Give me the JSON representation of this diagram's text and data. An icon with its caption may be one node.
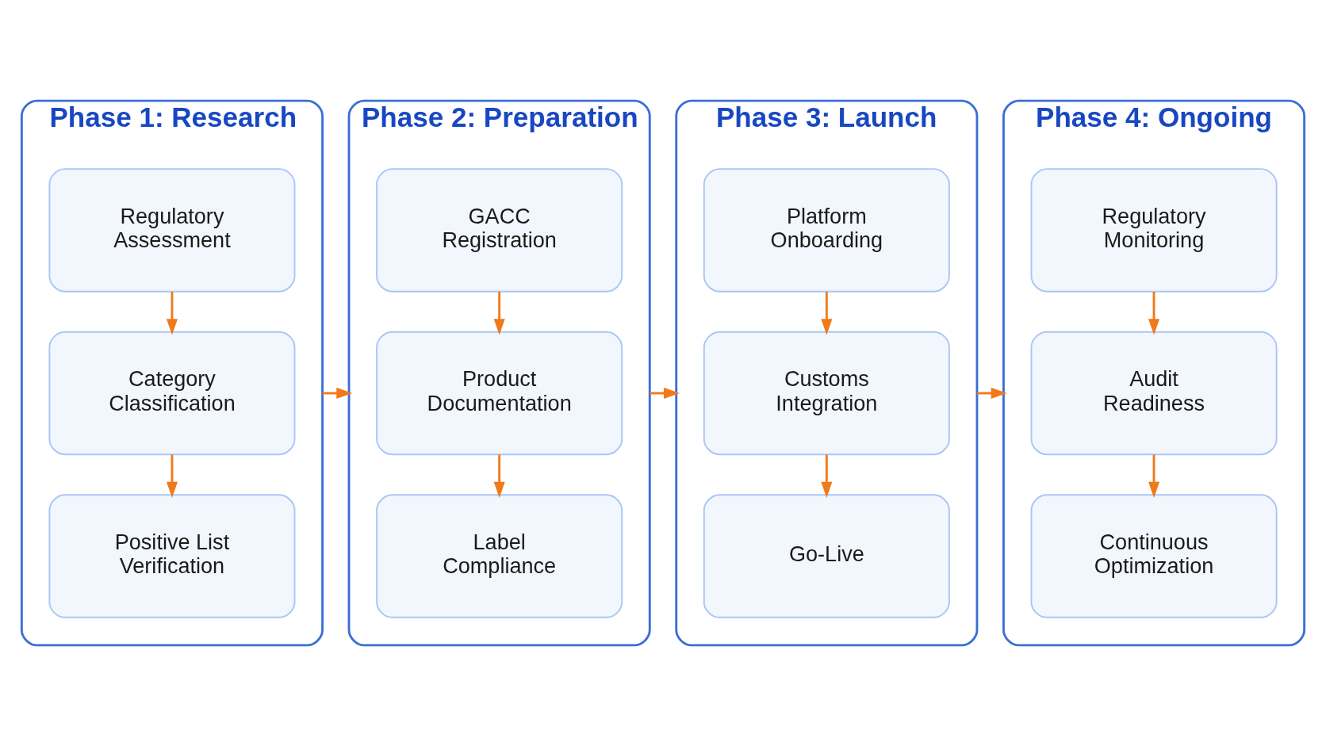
{
  "diagram": {
    "nodes": [
      {
        "text": [
          "Phase 1: Research"
        ]
      },
      {
        "text": [
          "Regulatory Assessment"
        ],
        "in": 0
      },
      {
        "text": [
          "Category Classification"
        ],
        "in": 0
      },
      {
        "text": [
          "Positive List Verification"
        ],
        "in": 0
      },
      {
        "text": [
          "Phase 2: Preparation"
        ]
      },
      {
        "text": [
          "GACC Registration"
        ],
        "in": 4
      },
      {
        "text": [
          "Product Documentation"
        ],
        "in": 4
      },
      {
        "text": [
          "Label Compliance"
        ],
        "in": 4
      },
      {
        "text": [
          "Phase 3: Launch"
        ]
      },
      {
        "text": [
          "Platform Onboarding"
        ],
        "in": 8
      },
      {
        "text": [
          "Customs Integration"
        ],
        "in": 8
      },
      {
        "text": [
          "Go-Live"
        ],
        "in": 8
      },
      {
        "text": [
          "Phase 4: Ongoing"
        ]
      },
      {
        "text": [
          "Regulatory Monitoring"
        ],
        "in": 12
      },
      {
        "text": [
          "Audit Readiness"
        ],
        "in": 12
      },
      {
        "text": [
          "Continuous Optimization"
        ],
        "in": 12
      }
    ],
    "edges": [
      {
        "from": 1,
        "to": 2,
        "arrow": "to"
      },
      {
        "from": 2,
        "to": 3,
        "arrow": "to"
      },
      {
        "from": 0,
        "to": 4,
        "arrow": "to"
      },
      {
        "from": 5,
        "to": 6,
        "arrow": "to"
      },
      {
        "from": 6,
        "to": 7,
        "arrow": "to"
      },
      {
        "from": 4,
        "to": 8,
        "arrow": "to"
      },
      {
        "from": 9,
        "to": 10,
        "arrow": "to"
      },
      {
        "from": 10,
        "to": 11,
        "arrow": "to"
      },
      {
        "from": 8,
        "to": 12,
        "arrow": "to"
      },
      {
        "from": 13,
        "to": 14,
        "arrow": "to"
      },
      {
        "from": 14,
        "to": 15,
        "arrow": "to"
      }
    ]
  }
}
